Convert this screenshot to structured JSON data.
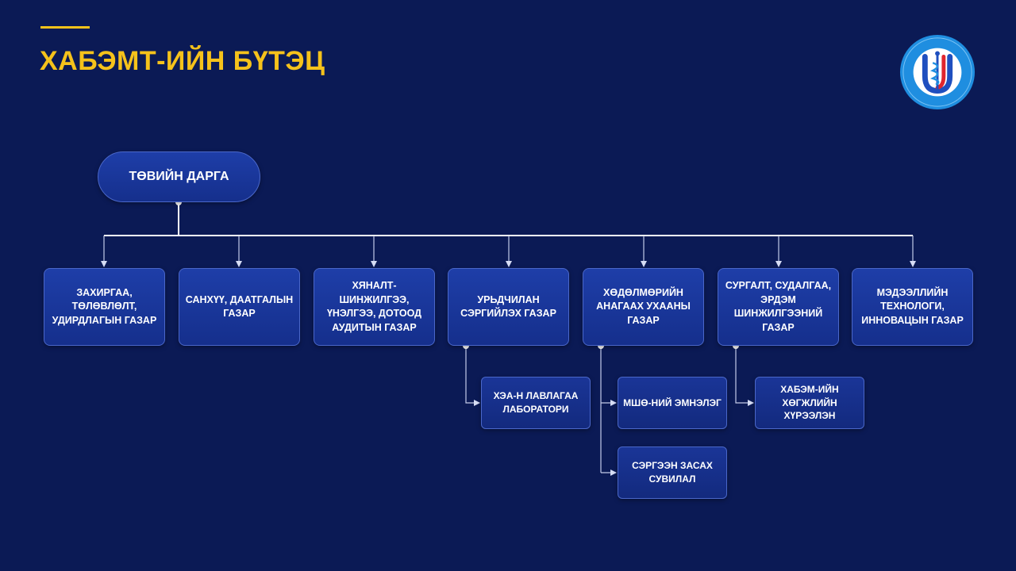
{
  "page_title": "ХАБЭМТ-ИЙН БҮТЭЦ",
  "colors": {
    "background": "#0b1a55",
    "accent": "#f5c21b",
    "box_fill": "#1b3799",
    "box_border": "#4a67c9",
    "connector": "#ffffff"
  },
  "logo": {
    "icon": "institution-emblem-icon",
    "letter": "U"
  },
  "chart": {
    "director": "ТӨВИЙН ДАРГА",
    "departments": [
      {
        "label": "ЗАХИРГАА, ТӨЛӨВЛӨЛТ, УДИРДЛАГЫН ГАЗАР"
      },
      {
        "label": "САНХҮҮ, ДААТГАЛЫН ГАЗАР"
      },
      {
        "label": "ХЯНАЛТ-ШИНЖИЛГЭЭ, ҮНЭЛГЭЭ, ДОТООД АУДИТЫН ГАЗАР"
      },
      {
        "label": "УРЬДЧИЛАН СЭРГИЙЛЭХ ГАЗАР"
      },
      {
        "label": "ХӨДӨЛМӨРИЙН АНАГААХ УХААНЫ ГАЗАР"
      },
      {
        "label": "СУРГАЛТ, СУДАЛГАА, ЭРДЭМ ШИНЖИЛГЭЭНИЙ ГАЗАР"
      },
      {
        "label": "МЭДЭЭЛЛИЙН ТЕХНОЛОГИ, ИННОВАЦЫН ГАЗАР"
      }
    ],
    "sub_units": [
      {
        "label": "ХЭА-Н ЛАВЛАГАА ЛАБОРАТОРИ"
      },
      {
        "label": "МШӨ-НИЙ ЭМНЭЛЭГ"
      },
      {
        "label": "СЭРГЭЭН ЗАСАХ СУВИЛАЛ"
      },
      {
        "label": "ХАБЭМ-ИЙН ХӨГЖЛИЙН ХҮРЭЭЛЭН"
      }
    ]
  }
}
